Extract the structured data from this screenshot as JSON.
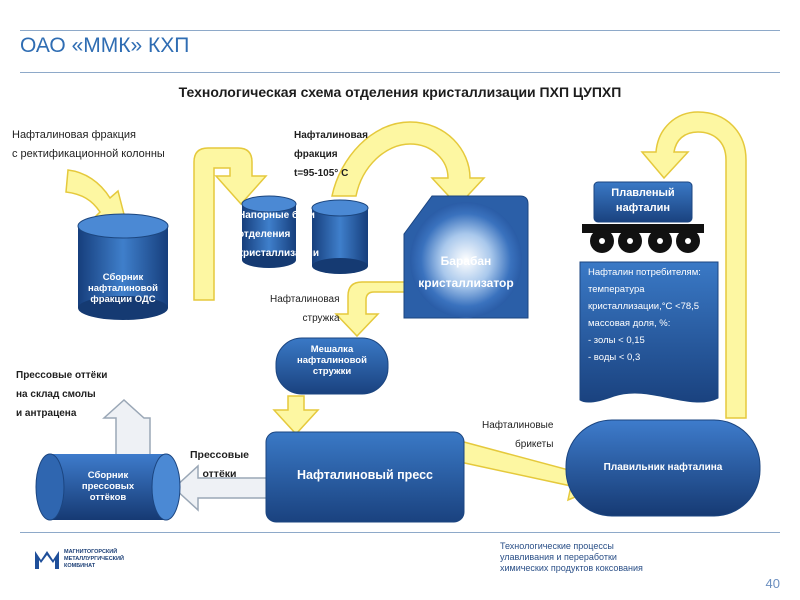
{
  "header": {
    "company": "ОАО «ММК» КХП",
    "title": "Технологическая схема отделения кристаллизации ПХП ЦУПХП"
  },
  "labels": {
    "input_fraction": [
      "Нафталиновая фракция",
      "с ректификационной колонны"
    ],
    "naphthalene_fraction": [
      "Нафталиновая",
      "фракция",
      "t=95-105° C"
    ],
    "naphthalene_flakes": [
      "Нафталиновая",
      "стружка"
    ],
    "press_residues_to_storage": [
      "Прессовые оттёки",
      "на склад смолы",
      "и антрацена"
    ],
    "press_residues": [
      "Прессовые",
      "оттёки"
    ],
    "briquettes": [
      "Нафталиновые",
      "брикеты"
    ]
  },
  "equipment": {
    "collector_ods": [
      "Сборник",
      "нафталиновой",
      "фракции ОДС"
    ],
    "pressure_tanks": [
      "Напорные баки",
      "отделения",
      "кристаллизации"
    ],
    "drum": [
      "Барабан",
      "кристаллизатор"
    ],
    "mixer": [
      "Мешалка",
      "нафталиновой",
      "стружки"
    ],
    "press": "Нафталиновый пресс",
    "residue_collector": [
      "Сборник",
      "прессовых",
      "оттёков"
    ],
    "melter": "Плавильник нафталина",
    "molten_naphthalene": [
      "Плавленый",
      "нафталин"
    ]
  },
  "spec": [
    "Нафталин потребителям:",
    "температура",
    "кристаллизации,°С <78,5",
    "массовая доля, %:",
    "- золы < 0,15",
    "- воды < 0,3"
  ],
  "footer": {
    "description": [
      "Технологические процессы",
      "улавливания и переработки",
      "химических продуктов коксования"
    ],
    "page_number": "40",
    "logo_lines": [
      "МАГНИТОГОРСКИЙ",
      "МЕТАЛЛУРГИЧЕСКИЙ",
      "КОМБИНАТ"
    ]
  },
  "colors": {
    "accent": "#2f6db3",
    "equipment_blue": "#1f4f9a",
    "arrow_yellow": "#fdf7a2",
    "arrow_outline": "#e5c93c",
    "residue_arrow": "#eef1f5"
  }
}
